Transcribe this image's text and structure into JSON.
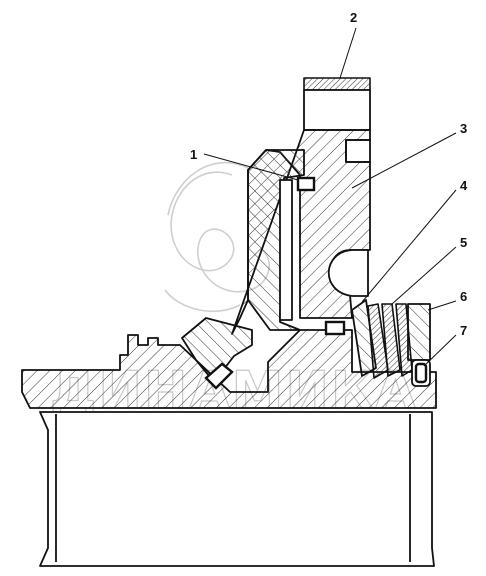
{
  "callouts": [
    {
      "id": "1",
      "label": "1"
    },
    {
      "id": "2",
      "label": "2"
    },
    {
      "id": "3",
      "label": "3"
    },
    {
      "id": "4",
      "label": "4"
    },
    {
      "id": "5",
      "label": "5"
    },
    {
      "id": "6",
      "label": "6"
    },
    {
      "id": "7",
      "label": "7"
    }
  ],
  "watermark": {
    "text": "ДИНАМИКА"
  },
  "colors": {
    "line": "#111111",
    "hatch": "#333333",
    "watermark": "#c8c8c8",
    "background": "#ffffff"
  }
}
